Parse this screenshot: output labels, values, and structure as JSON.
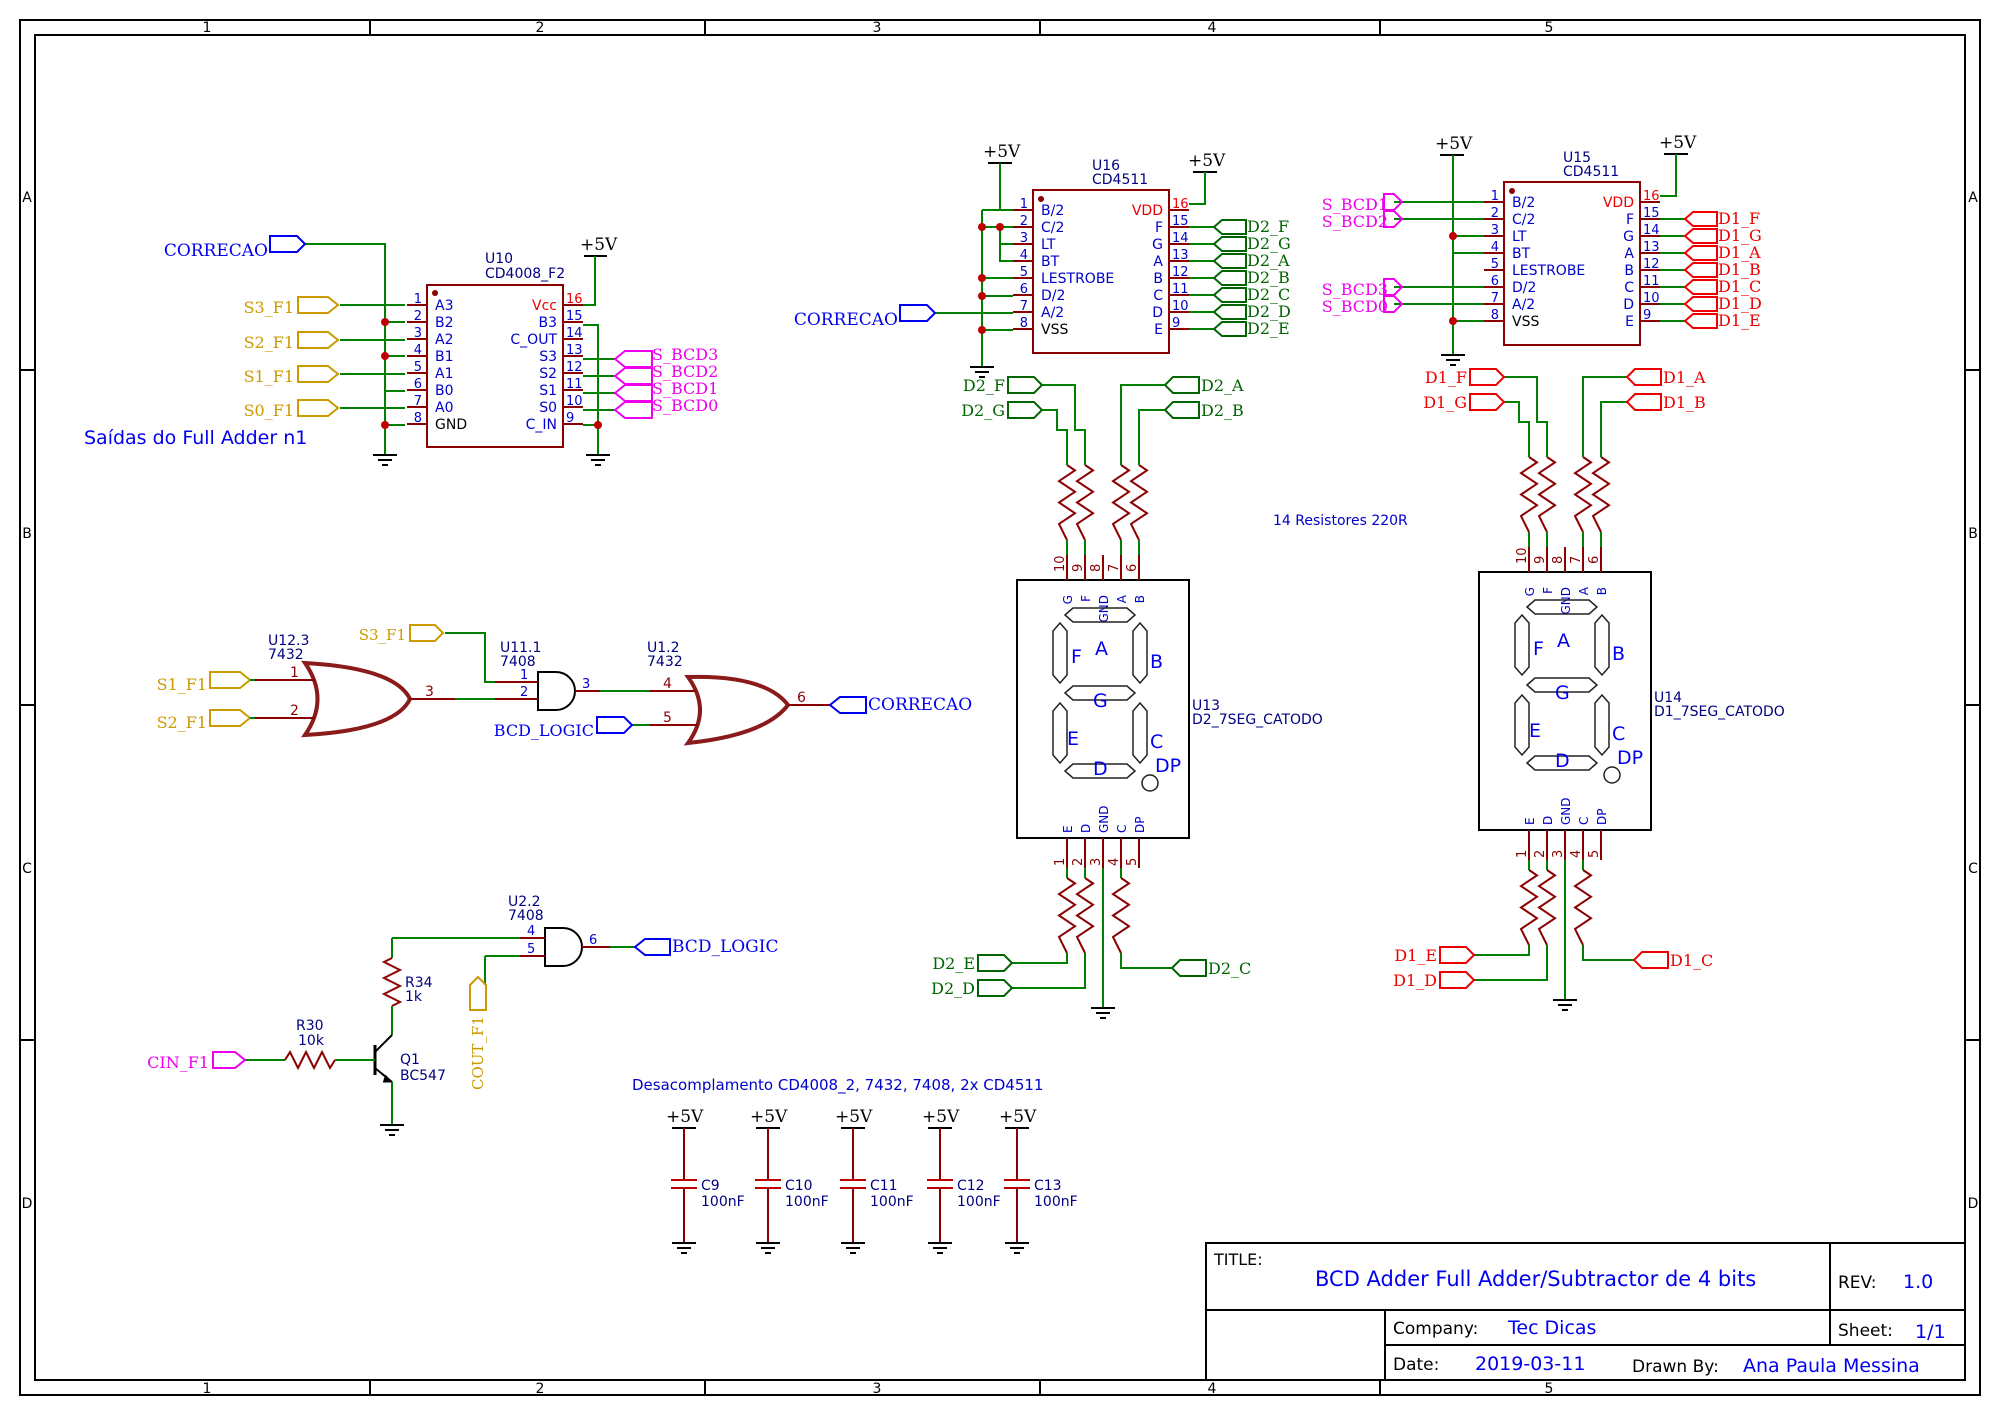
{
  "frame": {
    "columns": [
      "1",
      "2",
      "3",
      "4",
      "5"
    ],
    "rows": [
      "A",
      "B",
      "C",
      "D"
    ]
  },
  "power": "+5V",
  "u10": {
    "ref": "U10",
    "value": "CD4008_F2",
    "left_pins": [
      {
        "num": "1",
        "name": "A3"
      },
      {
        "num": "2",
        "name": "B2"
      },
      {
        "num": "3",
        "name": "A2"
      },
      {
        "num": "4",
        "name": "B1"
      },
      {
        "num": "5",
        "name": "A1"
      },
      {
        "num": "6",
        "name": "B0"
      },
      {
        "num": "7",
        "name": "A0"
      },
      {
        "num": "8",
        "name": "GND"
      }
    ],
    "right_pins": [
      {
        "num": "16",
        "name": "Vcc"
      },
      {
        "num": "15",
        "name": "B3"
      },
      {
        "num": "14",
        "name": "C_OUT"
      },
      {
        "num": "13",
        "name": "S3"
      },
      {
        "num": "12",
        "name": "S2"
      },
      {
        "num": "11",
        "name": "S1"
      },
      {
        "num": "10",
        "name": "S0"
      },
      {
        "num": "9",
        "name": "C_IN"
      }
    ],
    "in_labels": [
      "CORRECAO",
      "S3_F1",
      "S2_F1",
      "S1_F1",
      "S0_F1"
    ],
    "out_labels": [
      "S_BCD3",
      "S_BCD2",
      "S_BCD1",
      "S_BCD0"
    ],
    "caption": "Saídas do Full Adder n1"
  },
  "u16": {
    "ref": "U16",
    "value": "CD4511",
    "left_pins": [
      {
        "num": "1",
        "name": "B/2"
      },
      {
        "num": "2",
        "name": "C/2"
      },
      {
        "num": "3",
        "name": "LT"
      },
      {
        "num": "4",
        "name": "BT"
      },
      {
        "num": "5",
        "name": "LESTROBE"
      },
      {
        "num": "6",
        "name": "D/2"
      },
      {
        "num": "7",
        "name": "A/2"
      },
      {
        "num": "8",
        "name": "VSS"
      }
    ],
    "right_pins": [
      {
        "num": "16",
        "name": "VDD"
      },
      {
        "num": "15",
        "name": "F"
      },
      {
        "num": "14",
        "name": "G"
      },
      {
        "num": "13",
        "name": "A"
      },
      {
        "num": "12",
        "name": "B"
      },
      {
        "num": "11",
        "name": "C"
      },
      {
        "num": "10",
        "name": "D"
      },
      {
        "num": "9",
        "name": "E"
      }
    ],
    "in_label": "CORRECAO",
    "out_labels": [
      "D2_F",
      "D2_G",
      "D2_A",
      "D2_B",
      "D2_C",
      "D2_D",
      "D2_E"
    ]
  },
  "u15": {
    "ref": "U15",
    "value": "CD4511",
    "left_pins": [
      {
        "num": "1",
        "name": "B/2"
      },
      {
        "num": "2",
        "name": "C/2"
      },
      {
        "num": "3",
        "name": "LT"
      },
      {
        "num": "4",
        "name": "BT"
      },
      {
        "num": "5",
        "name": "LESTROBE"
      },
      {
        "num": "6",
        "name": "D/2"
      },
      {
        "num": "7",
        "name": "A/2"
      },
      {
        "num": "8",
        "name": "VSS"
      }
    ],
    "right_pins": [
      {
        "num": "16",
        "name": "VDD"
      },
      {
        "num": "15",
        "name": "F"
      },
      {
        "num": "14",
        "name": "G"
      },
      {
        "num": "13",
        "name": "A"
      },
      {
        "num": "12",
        "name": "B"
      },
      {
        "num": "11",
        "name": "C"
      },
      {
        "num": "10",
        "name": "D"
      },
      {
        "num": "9",
        "name": "E"
      }
    ],
    "in_labels": [
      "S_BCD1",
      "S_BCD2",
      "S_BCD3",
      "S_BCD0"
    ],
    "out_labels": [
      "D1_F",
      "D1_G",
      "D1_A",
      "D1_B",
      "D1_C",
      "D1_D",
      "D1_E"
    ]
  },
  "resistor_note": "14 Resistores 220R",
  "u13": {
    "ref": "U13",
    "value": "D2_7SEG_CATODO",
    "top_pins": [
      {
        "num": "10",
        "name": "G"
      },
      {
        "num": "9",
        "name": "F"
      },
      {
        "num": "8",
        "name": "GND"
      },
      {
        "num": "7",
        "name": "A"
      },
      {
        "num": "6",
        "name": "B"
      }
    ],
    "bottom_pins": [
      {
        "num": "1",
        "name": "E"
      },
      {
        "num": "2",
        "name": "D"
      },
      {
        "num": "3",
        "name": "GND"
      },
      {
        "num": "4",
        "name": "C"
      },
      {
        "num": "5",
        "name": "DP"
      }
    ],
    "segments": {
      "a": "A",
      "b": "B",
      "c": "C",
      "d": "D",
      "e": "E",
      "f": "F",
      "g": "G",
      "dp": "DP"
    },
    "labels": {
      "f": "D2_F",
      "g": "D2_G",
      "a": "D2_A",
      "b": "D2_B",
      "e": "D2_E",
      "d": "D2_D",
      "c": "D2_C"
    }
  },
  "u14": {
    "ref": "U14",
    "value": "D1_7SEG_CATODO",
    "top_pins": [
      {
        "num": "10",
        "name": "G"
      },
      {
        "num": "9",
        "name": "F"
      },
      {
        "num": "8",
        "name": "GND"
      },
      {
        "num": "7",
        "name": "A"
      },
      {
        "num": "6",
        "name": "B"
      }
    ],
    "bottom_pins": [
      {
        "num": "1",
        "name": "E"
      },
      {
        "num": "2",
        "name": "D"
      },
      {
        "num": "3",
        "name": "GND"
      },
      {
        "num": "4",
        "name": "C"
      },
      {
        "num": "5",
        "name": "DP"
      }
    ],
    "segments": {
      "a": "A",
      "b": "B",
      "c": "C",
      "d": "D",
      "e": "E",
      "f": "F",
      "g": "G",
      "dp": "DP"
    },
    "labels": {
      "f": "D1_F",
      "g": "D1_G",
      "a": "D1_A",
      "b": "D1_B",
      "e": "D1_E",
      "d": "D1_D",
      "c": "D1_C"
    }
  },
  "logic": {
    "u12_ref": "U12.3",
    "u12_val": "7432",
    "u12_pins": [
      "1",
      "2",
      "3"
    ],
    "u11_ref": "U11.1",
    "u11_val": "7408",
    "u11_pins": [
      "1",
      "2",
      "3"
    ],
    "u1_ref": "U1.2",
    "u1_val": "7432",
    "u1_pins": [
      "4",
      "5",
      "6"
    ],
    "labels": {
      "s3": "S3_F1",
      "s1": "S1_F1",
      "s2": "S2_F1",
      "bcd": "BCD_LOGIC",
      "out": "CORRECAO"
    }
  },
  "carry": {
    "u2_ref": "U2.2",
    "u2_val": "7408",
    "u2_pins": [
      "4",
      "5",
      "6"
    ],
    "out_label": "BCD_LOGIC",
    "cout_label": "COUT_F1",
    "cin_label": "CIN_F1",
    "r34_ref": "R34",
    "r34_val": "1k",
    "r30_ref": "R30",
    "r30_val": "10k",
    "q1_ref": "Q1",
    "q1_val": "BC547"
  },
  "decoupling": {
    "title": "Desacomplamento CD4008_2, 7432, 7408, 2x CD4511",
    "caps": [
      {
        "ref": "C9",
        "val": "100nF"
      },
      {
        "ref": "C10",
        "val": "100nF"
      },
      {
        "ref": "C11",
        "val": "100nF"
      },
      {
        "ref": "C12",
        "val": "100nF"
      },
      {
        "ref": "C13",
        "val": "100nF"
      }
    ]
  },
  "title_block": {
    "title_label": "TITLE:",
    "title": "BCD Adder Full Adder/Subtractor de 4 bits",
    "rev_label": "REV:",
    "rev": "1.0",
    "company_label": "Company:",
    "company": "Tec Dicas",
    "sheet_label": "Sheet:",
    "sheet": "1/1",
    "date_label": "Date:",
    "date": "2019-03-11",
    "drawn_label": "Drawn By:",
    "drawn_by": "Ana Paula Messina"
  },
  "colors": {
    "wire": "#008000",
    "chip": "#8b0000",
    "net_blue": "#0000ee",
    "net_yellow": "#cc9900",
    "net_magenta": "#ee00ee",
    "net_green": "#006400",
    "net_red": "#ee0000",
    "pin_text": "#0000cc"
  }
}
